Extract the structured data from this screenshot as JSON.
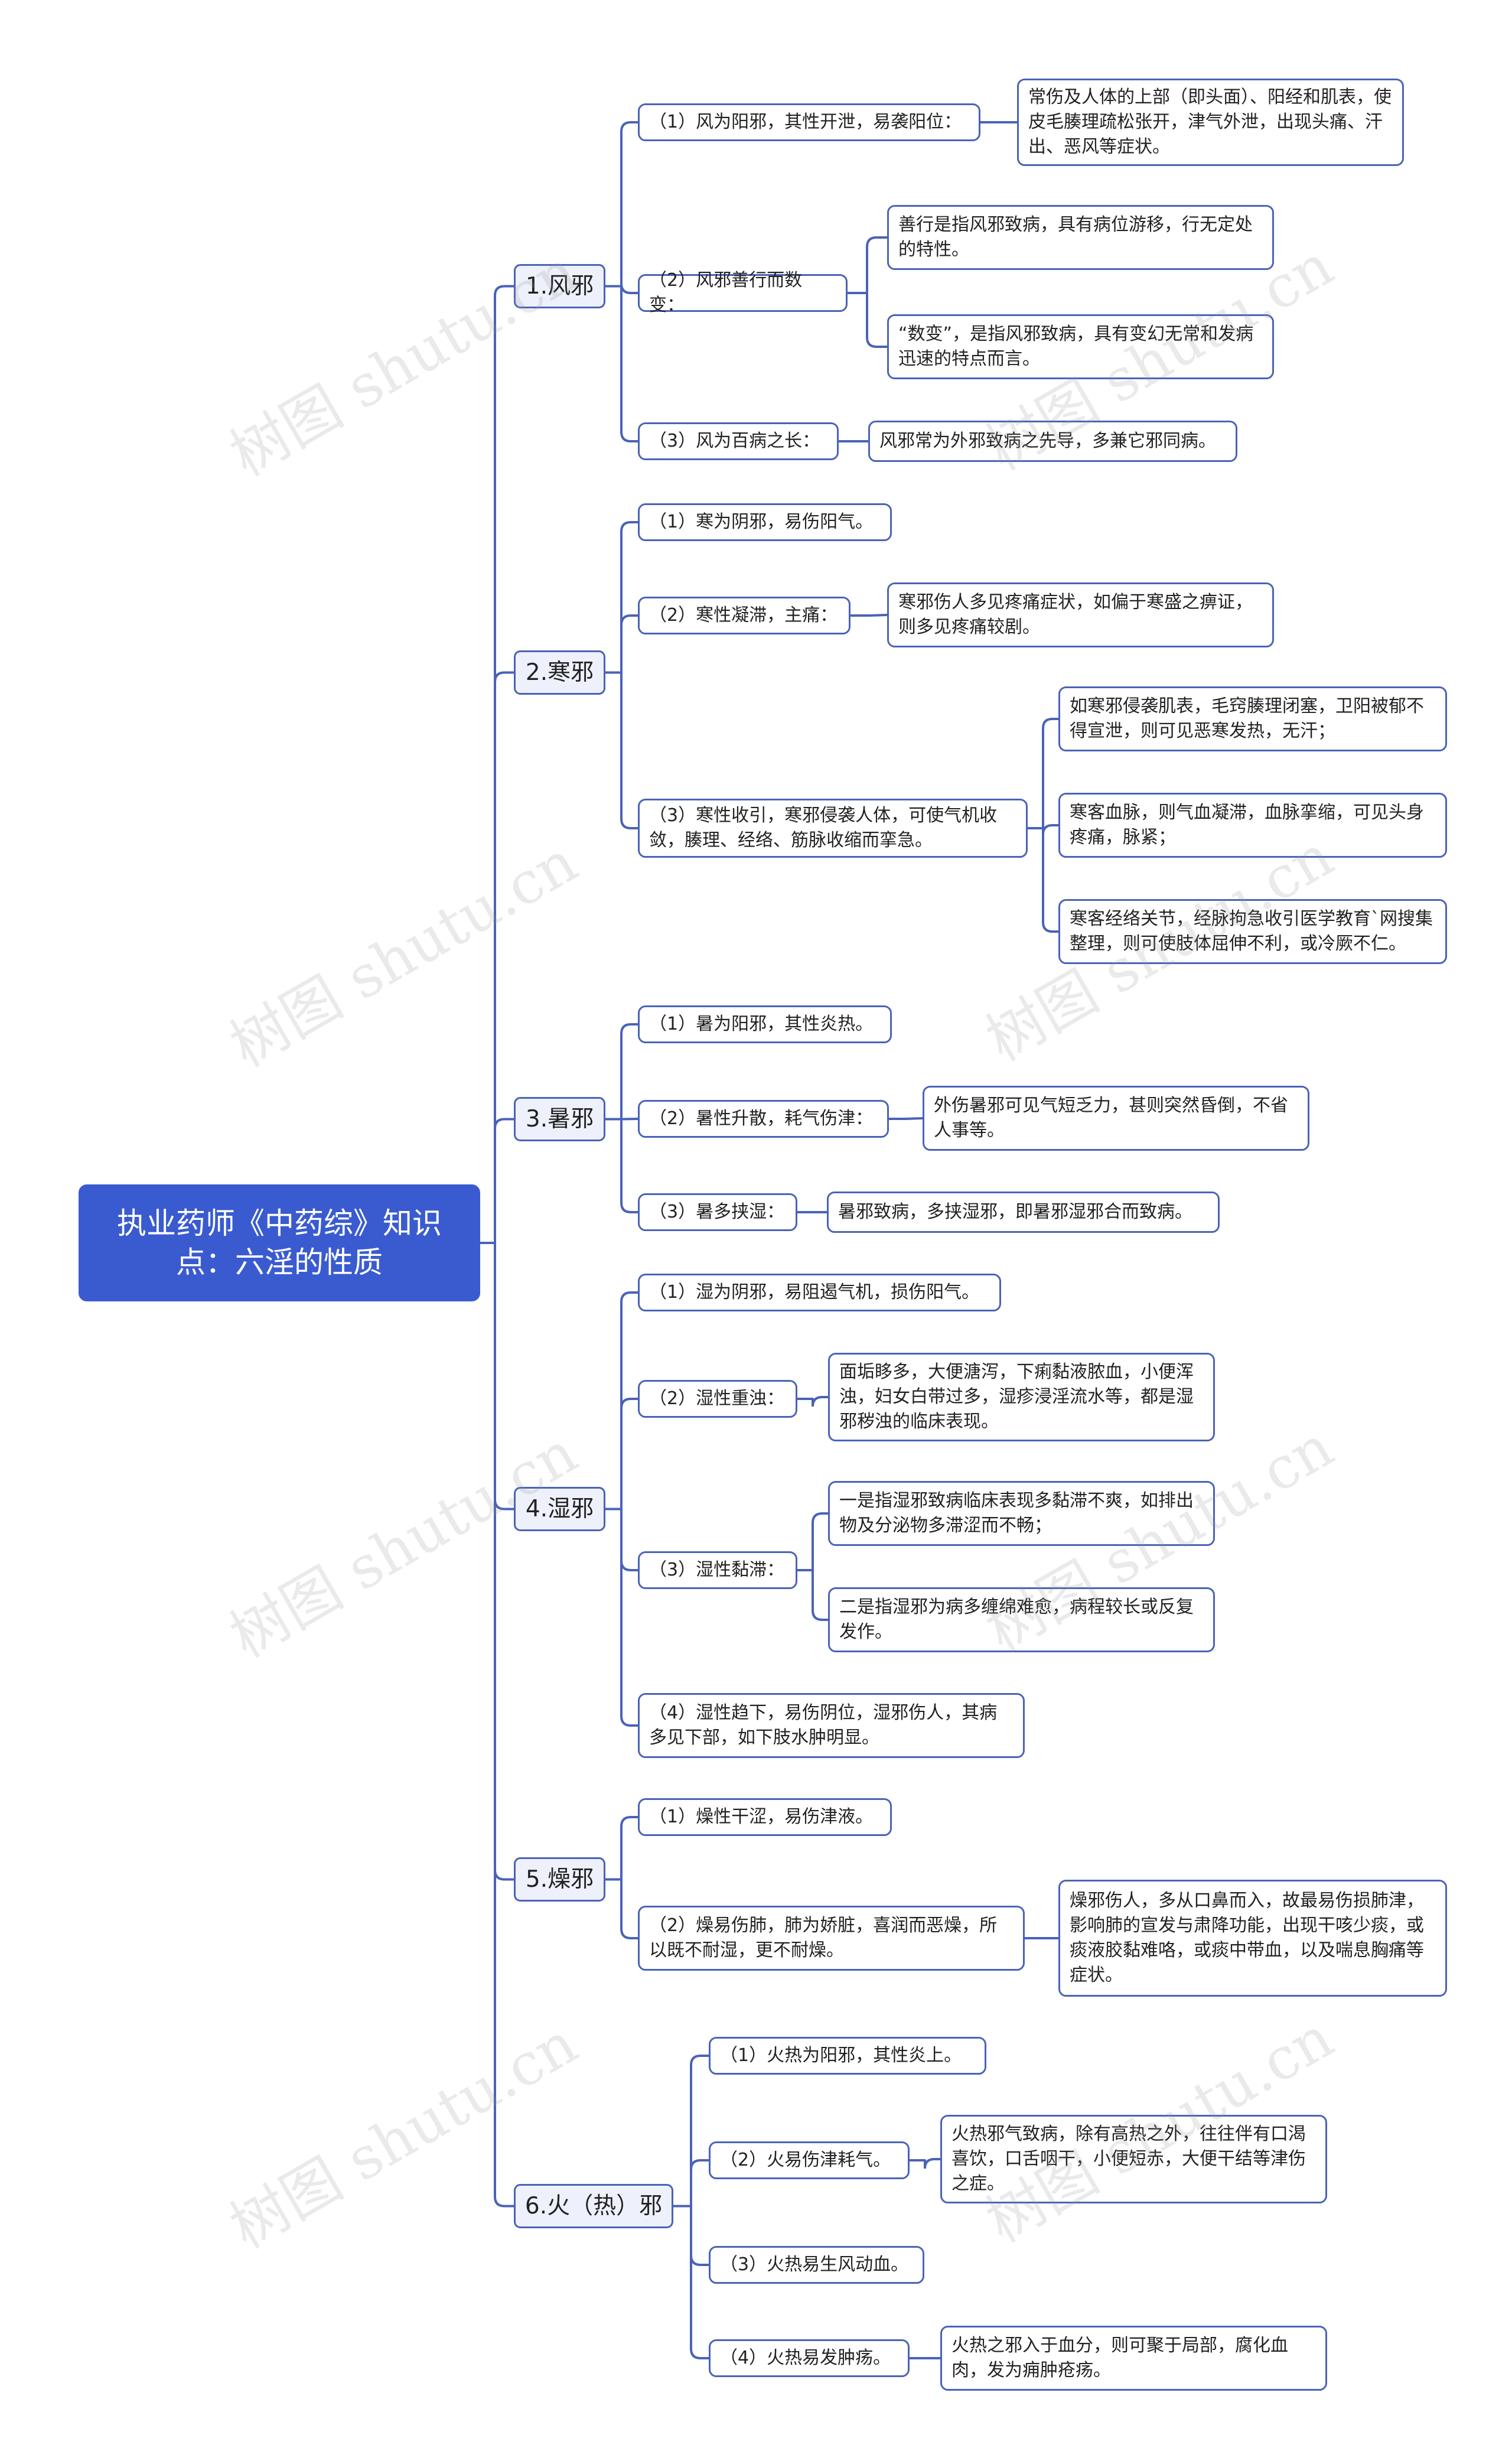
{
  "watermark": "树图 shutu.cn",
  "colors": {
    "root_bg": "#3a5bd0",
    "line": "#4a63b8",
    "cat_bg": "#eef1fb"
  },
  "root": {
    "text": "执业药师《中药综》知识点：六淫的性质"
  },
  "categories": [
    {
      "title": "1.风邪",
      "items": [
        {
          "text": "（1）风为阳邪，其性开泄，易袭阳位：",
          "details": [
            "常伤及人体的上部（即头面）、阳经和肌表，使皮毛腠理疏松张开，津气外泄，出现头痛、汗出、恶风等症状。"
          ]
        },
        {
          "text": "（2）风邪善行而数变：",
          "details": [
            "善行是指风邪致病，具有病位游移，行无定处的特性。",
            "“数变”，是指风邪致病，具有变幻无常和发病迅速的特点而言。"
          ]
        },
        {
          "text": "（3）风为百病之长：",
          "details": [
            "风邪常为外邪致病之先导，多兼它邪同病。"
          ]
        }
      ]
    },
    {
      "title": "2.寒邪",
      "items": [
        {
          "text": "（1）寒为阴邪，易伤阳气。",
          "details": []
        },
        {
          "text": "（2）寒性凝滞，主痛：",
          "details": [
            "寒邪伤人多见疼痛症状，如偏于寒盛之痹证，则多见疼痛较剧。"
          ]
        },
        {
          "text": "（3）寒性收引，寒邪侵袭人体，可使气机收敛，腠理、经络、筋脉收缩而挛急。",
          "details": [
            "如寒邪侵袭肌表，毛窍腠理闭塞，卫阳被郁不得宣泄，则可见恶寒发热，无汗；",
            "寒客血脉，则气血凝滞，血脉挛缩，可见头身疼痛，脉紧；",
            "寒客经络关节，经脉拘急收引医学教育`网搜集整理，则可使肢体屈伸不利，或冷厥不仁。"
          ]
        }
      ]
    },
    {
      "title": "3.暑邪",
      "items": [
        {
          "text": "（1）暑为阳邪，其性炎热。",
          "details": []
        },
        {
          "text": "（2）暑性升散，耗气伤津：",
          "details": [
            "外伤暑邪可见气短乏力，甚则突然昏倒，不省人事等。"
          ]
        },
        {
          "text": "（3）暑多挟湿：",
          "details": [
            "暑邪致病，多挟湿邪，即暑邪湿邪合而致病。"
          ]
        }
      ]
    },
    {
      "title": "4.湿邪",
      "items": [
        {
          "text": "（1）湿为阴邪，易阻遏气机，损伤阳气。",
          "details": []
        },
        {
          "text": "（2）湿性重浊：",
          "details": [
            "面垢眵多，大便溏泻，下痢黏液脓血，小便浑浊，妇女白带过多，湿疹浸淫流水等，都是湿邪秽浊的临床表现。"
          ]
        },
        {
          "text": "（3）湿性黏滞：",
          "details": [
            "一是指湿邪致病临床表现多黏滞不爽，如排出物及分泌物多滞涩而不畅；",
            "二是指湿邪为病多缠绵难愈，病程较长或反复发作。"
          ]
        },
        {
          "text": "（4）湿性趋下，易伤阴位，湿邪伤人，其病多见下部，如下肢水肿明显。",
          "details": []
        }
      ]
    },
    {
      "title": "5.燥邪",
      "items": [
        {
          "text": "（1）燥性干涩，易伤津液。",
          "details": []
        },
        {
          "text": "（2）燥易伤肺，肺为娇脏，喜润而恶燥，所以既不耐湿，更不耐燥。",
          "details": [
            "燥邪伤人，多从口鼻而入，故最易伤损肺津，影响肺的宣发与肃降功能，出现干咳少痰，或痰液胶黏难咯，或痰中带血，以及喘息胸痛等症状。"
          ]
        }
      ]
    },
    {
      "title": "6.火（热）邪",
      "items": [
        {
          "text": "（1）火热为阳邪，其性炎上。",
          "details": []
        },
        {
          "text": "（2）火易伤津耗气。",
          "details": [
            "火热邪气致病，除有高热之外，往往伴有口渴喜饮，口舌咽干，小便短赤，大便干结等津伤之症。"
          ]
        },
        {
          "text": "（3）火热易生风动血。",
          "details": []
        },
        {
          "text": "（4）火热易发肿疡。",
          "details": [
            "火热之邪入于血分，则可聚于局部，腐化血肉，发为痈肿疮疡。"
          ]
        }
      ]
    }
  ]
}
